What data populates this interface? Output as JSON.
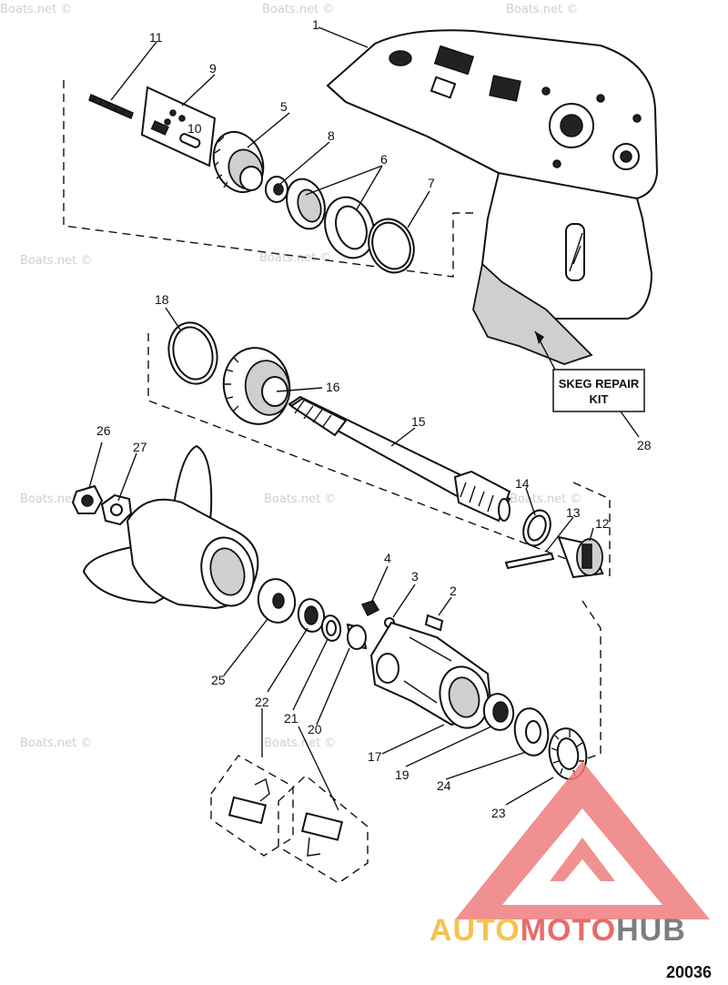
{
  "diagram": {
    "part_numbers": [
      "1",
      "2",
      "3",
      "4",
      "5",
      "6",
      "7",
      "8",
      "9",
      "10",
      "11",
      "12",
      "13",
      "14",
      "15",
      "16",
      "17",
      "18",
      "19",
      "20",
      "21",
      "22",
      "23",
      "24",
      "25",
      "26",
      "27",
      "28"
    ],
    "skeg_label_line1": "SKEG REPAIR",
    "skeg_label_line2": "KIT",
    "drawing_code": "20036",
    "watermark_text": "Boats.net ©"
  },
  "branding": {
    "word_auto": "AUTO",
    "word_moto": "MOTO",
    "word_hub": "HUB",
    "colors": {
      "auto": "#f6c24a",
      "moto": "#ea6a6a",
      "hub": "#7d7d7d",
      "logo_mark": "#ee7d7d"
    }
  }
}
